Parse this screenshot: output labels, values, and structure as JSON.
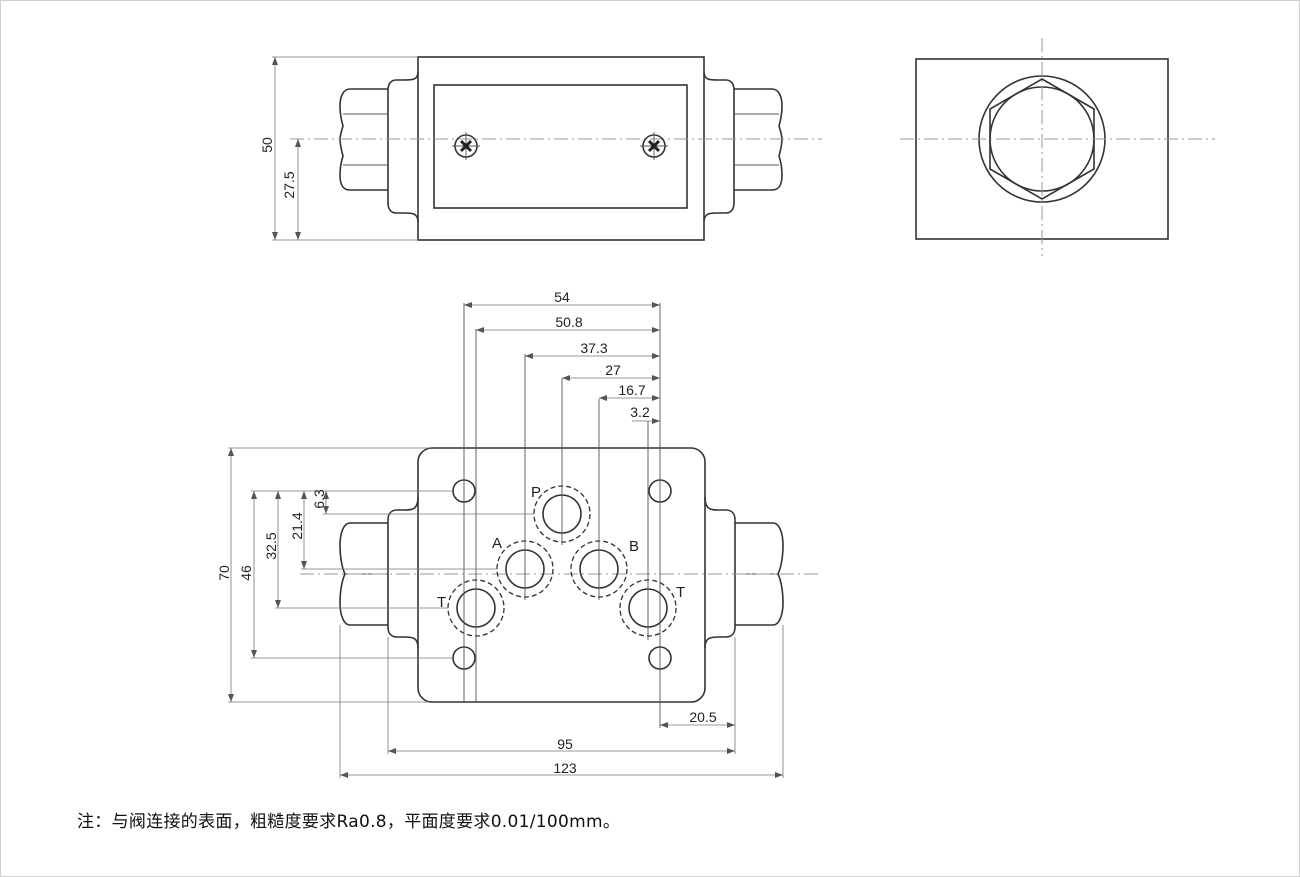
{
  "drawing": {
    "views": [
      "top-view",
      "side-view",
      "mounting-face-view"
    ],
    "top_view": {
      "dimensions": {
        "height_total": "50",
        "height_center": "27.5"
      }
    },
    "mount_view": {
      "dimensions": {
        "horizontal_top": [
          "54",
          "50.8",
          "37.3",
          "27",
          "16.7",
          "3.2"
        ],
        "vertical_left": [
          "70",
          "46",
          "32.5",
          "21.4",
          "6.3"
        ],
        "horizontal_bottom": [
          "20.5",
          "95",
          "123"
        ]
      },
      "ports": {
        "P": "P",
        "A": "A",
        "B": "B",
        "T_left": "T",
        "T_right": "T"
      }
    },
    "note": "注：与阀连接的表面，粗糙度要求Ra0.8，平面度要求0.01/100mm。"
  }
}
